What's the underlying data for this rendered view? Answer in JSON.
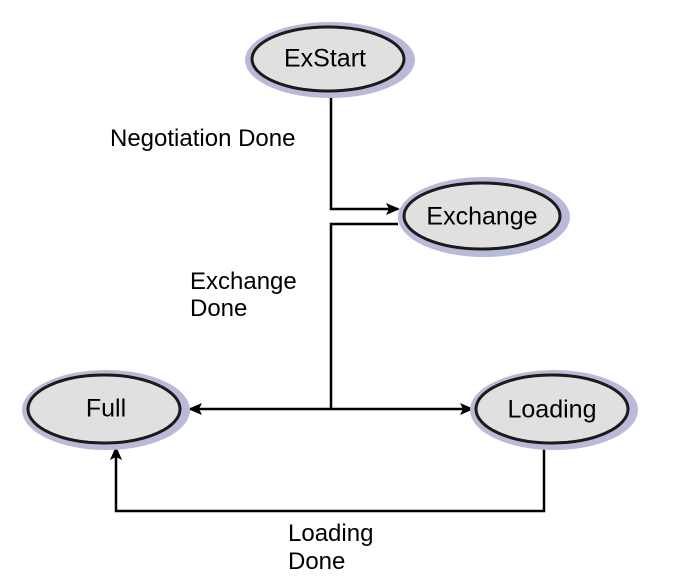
{
  "diagram": {
    "type": "state-diagram",
    "colors": {
      "node_fill": "#e0e0e0",
      "node_outline": "#1a1a1a",
      "node_halo": "#b9b9d8",
      "line": "#000000",
      "background": "#ffffff"
    },
    "nodes": {
      "exstart": "ExStart",
      "exchange": "Exchange",
      "full": "Full",
      "loading": "Loading"
    },
    "edges": {
      "negotiation_done": {
        "from": "ExStart",
        "to": "Exchange",
        "label_lines": [
          "Negotiation Done"
        ]
      },
      "exchange_done": {
        "from": "Exchange",
        "to": [
          "Full",
          "Loading"
        ],
        "label_lines": [
          "Exchange",
          "Done"
        ]
      },
      "loading_done": {
        "from": "Loading",
        "to": "Full",
        "label_lines": [
          "Loading",
          "Done"
        ]
      }
    }
  }
}
